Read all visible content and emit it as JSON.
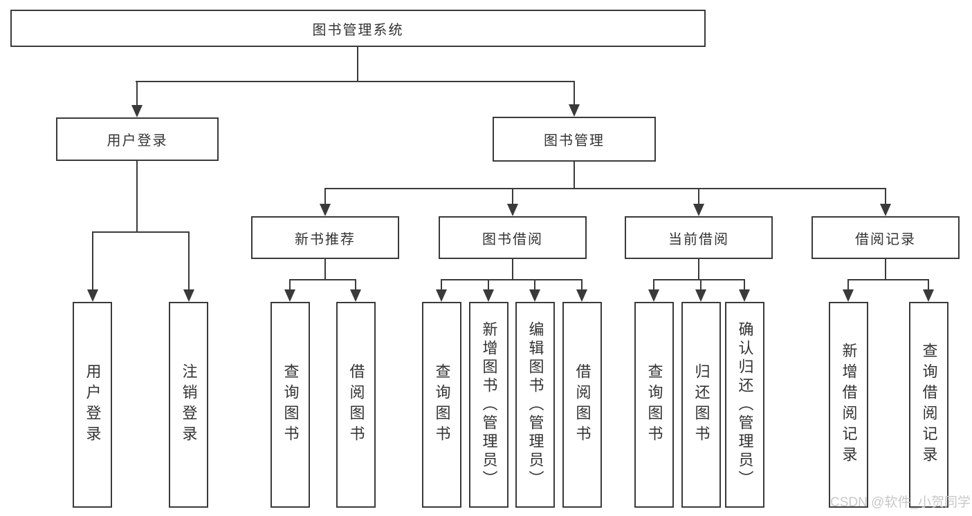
{
  "colors": {
    "line": "#3a3a3a",
    "text": "#333333",
    "watermark": "#c8c8c8",
    "background": "#ffffff"
  },
  "nodes": {
    "root": "图书管理系统",
    "level2": [
      "用户登录",
      "图书管理"
    ],
    "level3": [
      "新书推荐",
      "图书借阅",
      "当前借阅",
      "借阅记录"
    ],
    "leaves": [
      "用户登录",
      "注销登录",
      "查询图书",
      "借阅图书",
      "查询图书",
      "新增图书（管理员）",
      "编辑图书（管理员）",
      "借阅图书",
      "查询图书",
      "归还图书",
      "确认归还（管理员）",
      "新增借阅记录",
      "查询借阅记录"
    ]
  },
  "watermark": "CSDN @软件_小贺同学"
}
